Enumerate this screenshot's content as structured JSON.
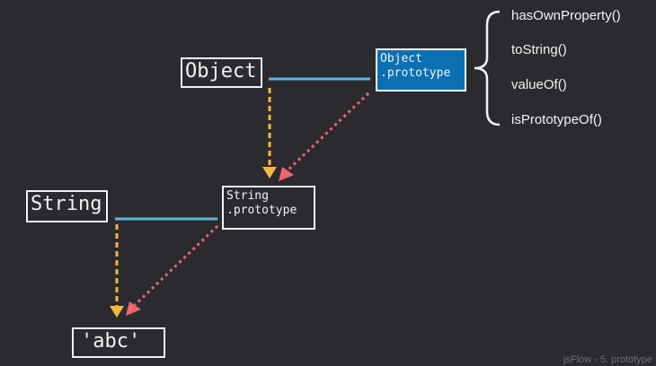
{
  "nodes": {
    "object": "Object",
    "object_prototype": [
      "Object",
      ".prototype"
    ],
    "string": "String",
    "string_prototype": [
      "String",
      ".prototype"
    ],
    "instance": "'abc'"
  },
  "methods": [
    "hasOwnProperty()",
    "toString()",
    "valueOf()",
    "isPrototypeOf()"
  ],
  "footer": "jsFlow - 5. prototype",
  "colors": {
    "background": "#2b2b2f",
    "prototype_link": "#5bb8e6",
    "constructor_arrow": "#f4b63d",
    "proto_chain_arrow": "#f0646e",
    "highlight_box": "#0a6fb3"
  }
}
